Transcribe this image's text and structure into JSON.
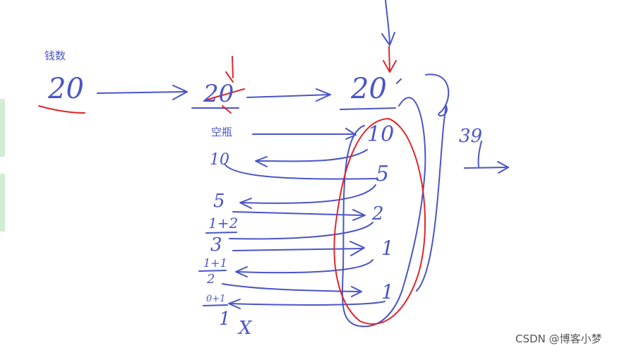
{
  "labels": {
    "money": "钱数",
    "empty_bottles": "空瓶",
    "watermark": "CSDN @博客小梦"
  },
  "handwriting": {
    "money_start": "20",
    "money_second": "20",
    "money_third": "20",
    "total": "39",
    "empty_10": "10",
    "empty_5": "5",
    "sum_1_2": "1+2",
    "result_3": "3",
    "sum_1_1": "1+1",
    "result_2": "2",
    "sum_0_1": "0+1",
    "result_1": "1",
    "cross_mark": "X",
    "col_10": "10",
    "col_5": "5",
    "col_2": "2",
    "col_1a": "1",
    "col_1b": "1"
  },
  "colors": {
    "ink_blue": "#4a55c8",
    "ink_red": "#e0262d",
    "strip_green": "#d3ecd5",
    "watermark": "#555555"
  }
}
